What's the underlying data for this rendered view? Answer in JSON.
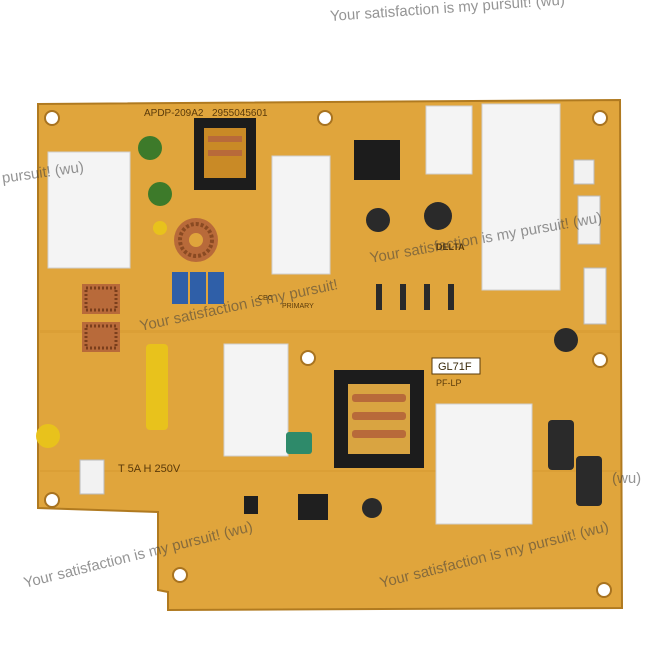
{
  "board": {
    "part_number": "APDP-209A2",
    "serial": "2955045601",
    "model_label": "GL71F",
    "pf_label": "PF-LP",
    "fuse_rating": "T 5A H 250V",
    "brand_logo": "DELTA",
    "cec_mark": "CEC",
    "primary_label": "PRIMARY"
  },
  "watermarks": [
    {
      "text": "Your satisfaction is my pursuit!   (wu)"
    },
    {
      "text": "pursuit!   (wu)"
    },
    {
      "text": "Your satisfaction is my pursuit!   (wu)"
    },
    {
      "text": "Your satisfaction is my pursuit!"
    },
    {
      "text": "Your satisfaction is my pursuit!   (wu)"
    },
    {
      "text": "Your satisfaction is my pursuit!   (wu)"
    },
    {
      "text": "(wu)"
    }
  ],
  "colors": {
    "pcb": "#e0a53c",
    "pcb_dark": "#c98a26",
    "heatsink": "#f4f4f4",
    "capacitor_yellow": "#e8c21c",
    "ferrite": "#222222",
    "copper": "#b86a3a"
  }
}
